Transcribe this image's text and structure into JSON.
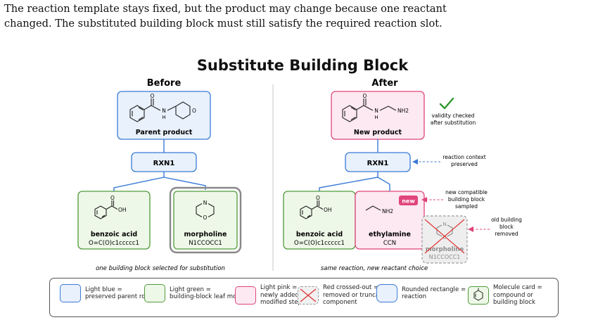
{
  "intro": [
    "The reaction template stays fixed, but the product may change because one reactant",
    "changed. The substituted building block must still satisfy the required reaction slot."
  ],
  "title": "Substitute Building Block",
  "before": {
    "heading": "Before",
    "product_label": "Parent product",
    "reaction_label": "RXN1",
    "left_block": {
      "name": "benzoic acid",
      "smiles": "O=C(O)c1ccccc1",
      "atoms": {
        "oxygen": "O",
        "hydroxyl": "OH"
      }
    },
    "right_block": {
      "name": "morpholine",
      "smiles": "N1CCOCC1",
      "atoms": {
        "nitrogen": "N",
        "oxygen": "O"
      }
    },
    "product_atoms": {
      "carbonyl_o": "O",
      "amide_n": "N",
      "amide_h": "H",
      "ring_o": "O"
    },
    "caption": "one building block selected for substitution"
  },
  "after": {
    "heading": "After",
    "product_label": "New product",
    "reaction_label": "RXN1",
    "left_block": {
      "name": "benzoic acid",
      "smiles": "O=C(O)c1ccccc1",
      "atoms": {
        "oxygen": "O",
        "hydroxyl": "OH"
      }
    },
    "new_block": {
      "name": "ethylamine",
      "smiles": "CCN",
      "badge": "new",
      "atoms": {
        "amine": "NH2"
      }
    },
    "removed_block": {
      "name": "morpholine",
      "smiles": "N1CCOCC1",
      "atoms": {
        "nitrogen": "N",
        "oxygen": "O"
      }
    },
    "product_atoms": {
      "carbonyl_o": "O",
      "amide_n": "N",
      "amide_h": "H",
      "amine": "NH2"
    },
    "caption": "same reaction, new reactant choice",
    "annotations": {
      "validity": [
        "validity checked",
        "after substitution"
      ],
      "context": [
        "reaction context",
        "preserved"
      ],
      "sampled": [
        "new compatible",
        "building block",
        "sampled"
      ],
      "removed": [
        "old building",
        "block",
        "removed"
      ]
    }
  },
  "legend": [
    {
      "swatch": "light-blue",
      "lines": [
        "Light blue =",
        "preserved parent route"
      ]
    },
    {
      "swatch": "light-green",
      "lines": [
        "Light green =",
        "building-block leaf molecule"
      ]
    },
    {
      "swatch": "light-pink",
      "lines": [
        "Light pink =",
        "newly added or",
        "modified step"
      ]
    },
    {
      "swatch": "crossed-out",
      "lines": [
        "Red crossed-out =",
        "removed or truncated",
        "component"
      ]
    },
    {
      "swatch": "rounded-rect",
      "lines": [
        "Rounded rectangle =",
        "reaction"
      ]
    },
    {
      "swatch": "molecule-card",
      "lines": [
        "Molecule card =",
        "compound or",
        "building block"
      ]
    }
  ],
  "colors": {
    "blue_fill": "#e8f1fc",
    "blue_stroke": "#3b7bd6",
    "green_fill": "#eef8e8",
    "green_stroke": "#4f9a3a",
    "pink_fill": "#fde9f1",
    "pink_stroke": "#e0457b",
    "red": "#e03a3a",
    "check": "#2f9a2f"
  }
}
